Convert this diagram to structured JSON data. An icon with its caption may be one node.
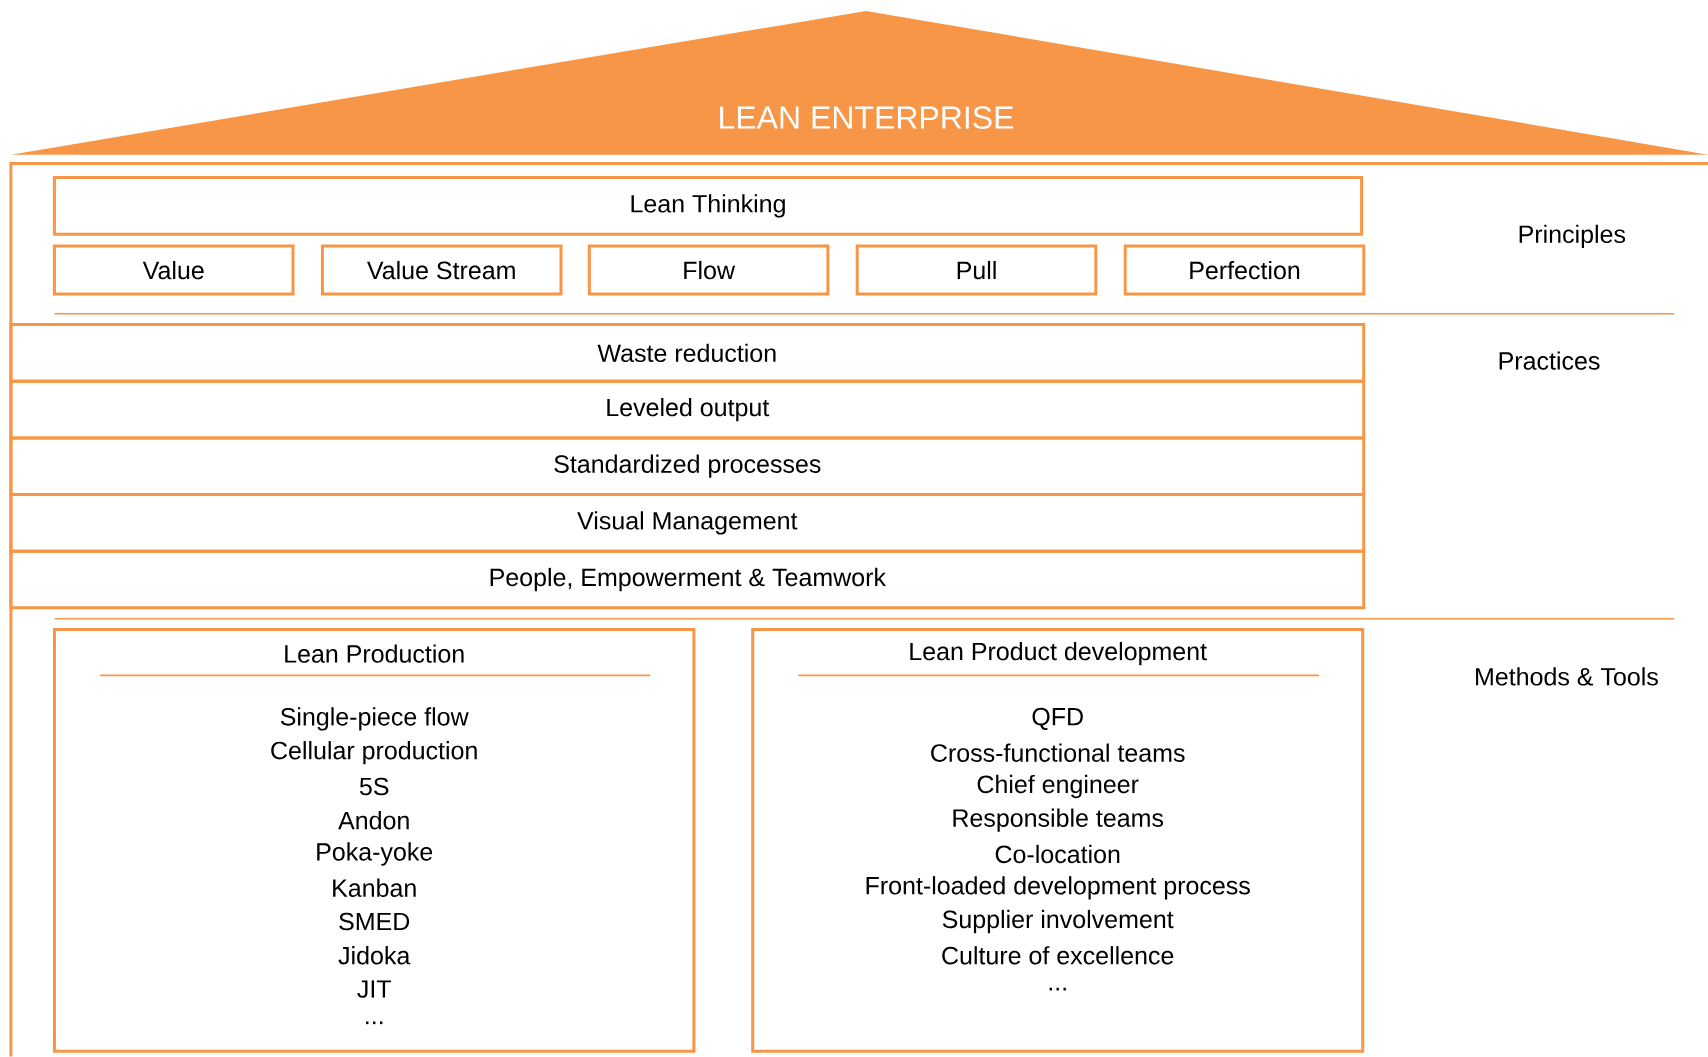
{
  "diagram": {
    "nodes": [
      {
        "text": [
          "LEAN ENTERPRISE"
        ]
      },
      {
        "text": [
          "Lean Thinking"
        ]
      },
      {
        "text": [
          "Value"
        ]
      },
      {
        "text": [
          "Value Stream"
        ]
      },
      {
        "text": [
          "Flow"
        ]
      },
      {
        "text": [
          "Pull"
        ]
      },
      {
        "text": [
          "Perfection"
        ]
      },
      {
        "text": [
          "Waste reduction"
        ]
      },
      {
        "text": [
          "Leveled output"
        ]
      },
      {
        "text": [
          "Standardized processes"
        ]
      },
      {
        "text": [
          "Visual Management"
        ]
      },
      {
        "text": [
          "People, Empowerment & Teamwork"
        ]
      },
      {
        "text": [
          "Lean Production",
          "Single-piece flow",
          "Cellular production",
          "5S",
          "Andon",
          "Poka-yoke",
          "Kanban",
          "SMED",
          "Jidoka",
          "JIT",
          "..."
        ]
      },
      {
        "text": [
          "Lean Product development",
          "QFD",
          "Cross-functional teams",
          "Chief engineer",
          "Responsible teams",
          "Co-location",
          "Front-loaded development process",
          "Supplier involvement",
          "Culture of excellence",
          "..."
        ]
      }
    ],
    "labels": [
      "Principles",
      "Practices",
      "Methods & Tools"
    ]
  }
}
